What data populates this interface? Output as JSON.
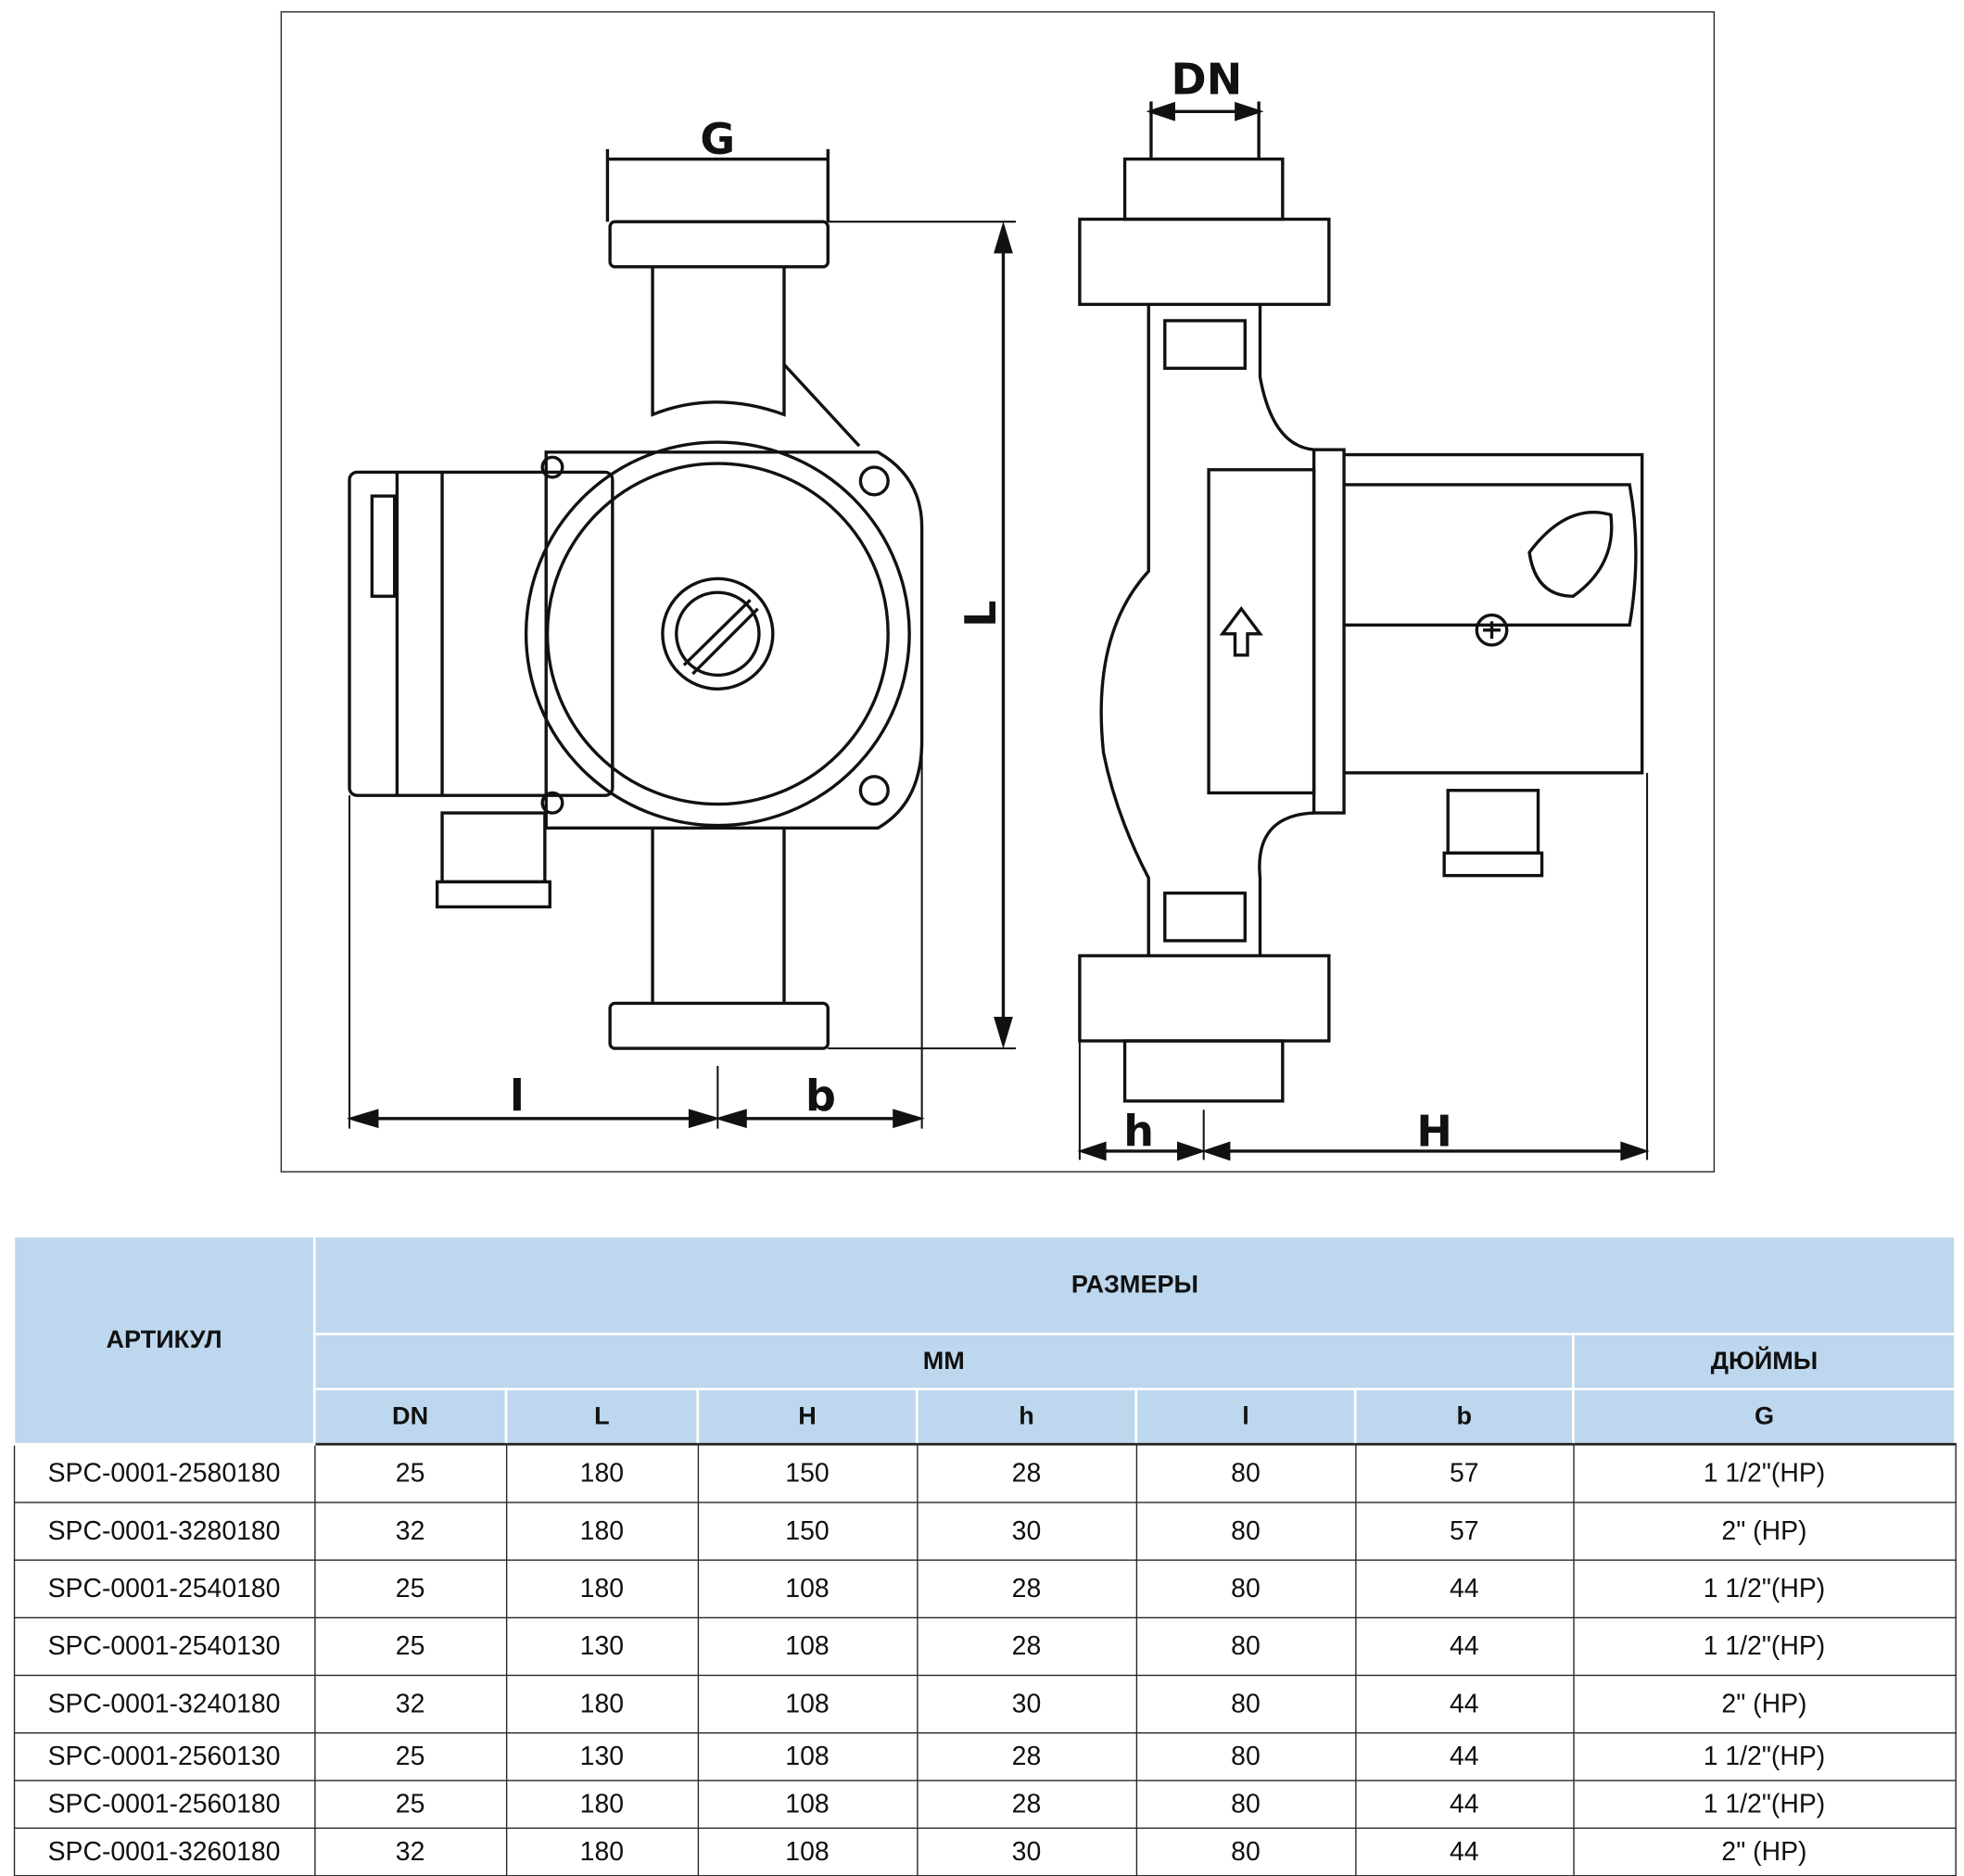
{
  "drawing": {
    "labels": {
      "G": "G",
      "DN": "DN",
      "L": "L",
      "l": "l",
      "b": "b",
      "h": "h",
      "H": "H"
    }
  },
  "table": {
    "header": {
      "article": "АРТИКУЛ",
      "sizes": "РАЗМЕРЫ",
      "mm": "ММ",
      "inches": "ДЮЙМЫ"
    },
    "columns": [
      "DN",
      "L",
      "H",
      "h",
      "l",
      "b",
      "G"
    ],
    "rows": [
      [
        "SPC-0001-2580180",
        "25",
        "180",
        "150",
        "28",
        "80",
        "57",
        "1 1/2\"(HP)"
      ],
      [
        "SPC-0001-3280180",
        "32",
        "180",
        "150",
        "30",
        "80",
        "57",
        "2\" (HP)"
      ],
      [
        "SPC-0001-2540180",
        "25",
        "180",
        "108",
        "28",
        "80",
        "44",
        "1 1/2\"(HP)"
      ],
      [
        "SPC-0001-2540130",
        "25",
        "130",
        "108",
        "28",
        "80",
        "44",
        "1 1/2\"(HP)"
      ],
      [
        "SPC-0001-3240180",
        "32",
        "180",
        "108",
        "30",
        "80",
        "44",
        "2\" (HP)"
      ],
      [
        "SPC-0001-2560130",
        "25",
        "130",
        "108",
        "28",
        "80",
        "44",
        "1 1/2\"(HP)"
      ],
      [
        "SPC-0001-2560180",
        "25",
        "180",
        "108",
        "28",
        "80",
        "44",
        "1 1/2\"(HP)"
      ],
      [
        "SPC-0001-3260180",
        "32",
        "180",
        "108",
        "30",
        "80",
        "44",
        "2\" (HP)"
      ]
    ]
  }
}
